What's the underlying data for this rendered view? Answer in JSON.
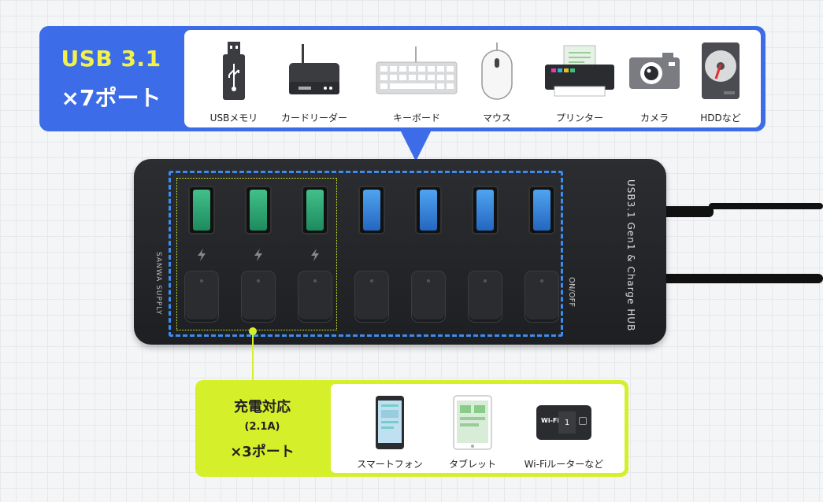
{
  "top_callout": {
    "title_line1": "USB 3.1",
    "title_line2": "×7ポート",
    "devices": [
      {
        "label": "USBメモリ",
        "icon": "usb-stick-icon"
      },
      {
        "label": "カードリーダー",
        "icon": "card-reader-icon"
      },
      {
        "label": "キーボード",
        "icon": "keyboard-icon"
      },
      {
        "label": "マウス",
        "icon": "mouse-icon"
      },
      {
        "label": "プリンター",
        "icon": "printer-icon"
      },
      {
        "label": "カメラ",
        "icon": "camera-icon"
      },
      {
        "label": "HDDなど",
        "icon": "hdd-icon"
      }
    ]
  },
  "hub": {
    "brand": "SANWA SUPPLY",
    "name": "USB3.1 Gen1 & Charge HUB",
    "switch_label": "ON/OFF",
    "green_port_count": 3,
    "blue_port_count": 4
  },
  "bottom_callout": {
    "title_line1": "充電対応",
    "title_line2": "(2.1A)",
    "title_line3": "×3ポート",
    "devices": [
      {
        "label": "スマートフォン",
        "icon": "smartphone-icon"
      },
      {
        "label": "タブレット",
        "icon": "tablet-icon"
      },
      {
        "label": "Wi-Fiルーターなど",
        "icon": "wifi-router-icon"
      }
    ],
    "wifi_screen_text": "1",
    "wifi_label": "Wi-Fi"
  },
  "colors": {
    "blue_accent": "#3d6ce8",
    "lime_accent": "#d5f02a",
    "title_yellow": "#f2f24a",
    "charge_port_green": "#2aa874",
    "usb3_port_blue": "#3a88dc"
  }
}
